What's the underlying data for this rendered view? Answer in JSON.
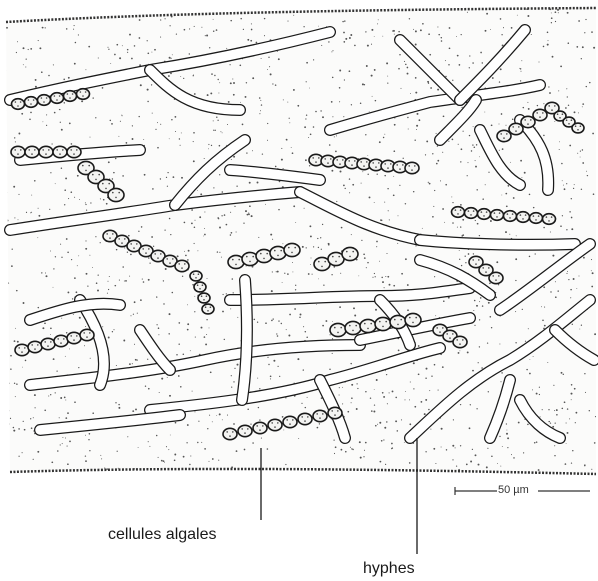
{
  "labels": {
    "algal_cells": "cellules algales",
    "hyphae": "hyphes",
    "scale_bar": "50 µm"
  },
  "colors": {
    "ink": "#1a1a1a",
    "paper": "#ffffff",
    "stipple": "#555555"
  }
}
